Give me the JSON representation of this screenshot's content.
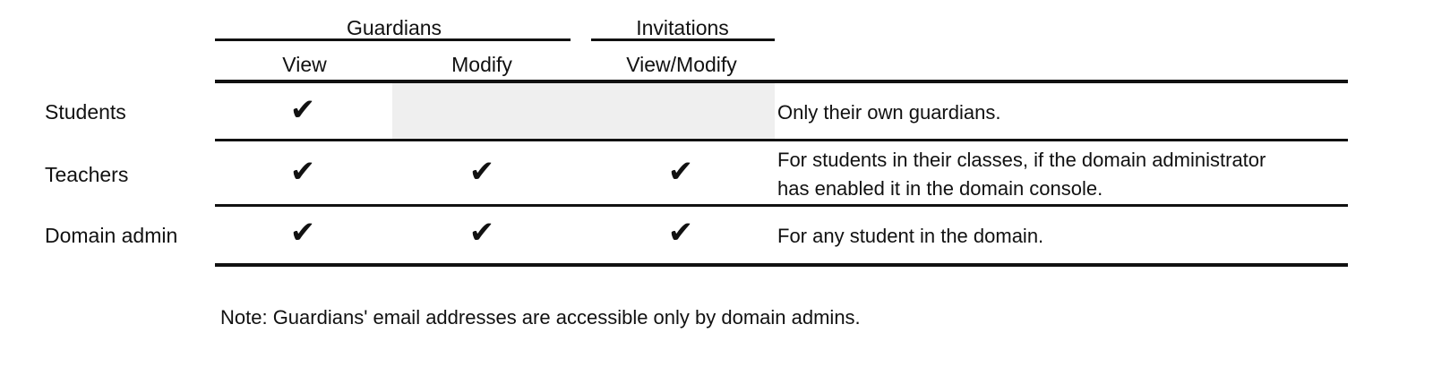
{
  "table": {
    "column_groups": [
      {
        "label": "Guardians",
        "spans": [
          "View",
          "Modify"
        ]
      },
      {
        "label": "Invitations",
        "spans": [
          "View/Modify"
        ]
      }
    ],
    "columns": [
      {
        "key": "role",
        "header": ""
      },
      {
        "key": "view",
        "header": "View"
      },
      {
        "key": "modify",
        "header": "Modify"
      },
      {
        "key": "viewmodify",
        "header": "View/Modify"
      },
      {
        "key": "description",
        "header": ""
      }
    ],
    "check_symbol": "✔",
    "rows": [
      {
        "role": "Students",
        "view": "✔",
        "modify": "",
        "modify_state": "shaded",
        "viewmodify": "",
        "viewmodify_state": "shaded",
        "description": "Only their own guardians."
      },
      {
        "role": "Teachers",
        "view": "✔",
        "modify": "✔",
        "modify_state": "allowed",
        "viewmodify": "✔",
        "viewmodify_state": "allowed",
        "description": "For students in their classes, if the domain administrator\nhas enabled it in the domain console."
      },
      {
        "role": "Domain admin",
        "view": "✔",
        "modify": "✔",
        "modify_state": "allowed",
        "viewmodify": "✔",
        "viewmodify_state": "allowed",
        "description": "For any student in the domain."
      }
    ]
  },
  "note": "Note: Guardians' email addresses are accessible only by domain admins.",
  "colors": {
    "text": "#111111",
    "rule": "#111111",
    "shaded_cell": "#efefef",
    "background": "#ffffff"
  }
}
